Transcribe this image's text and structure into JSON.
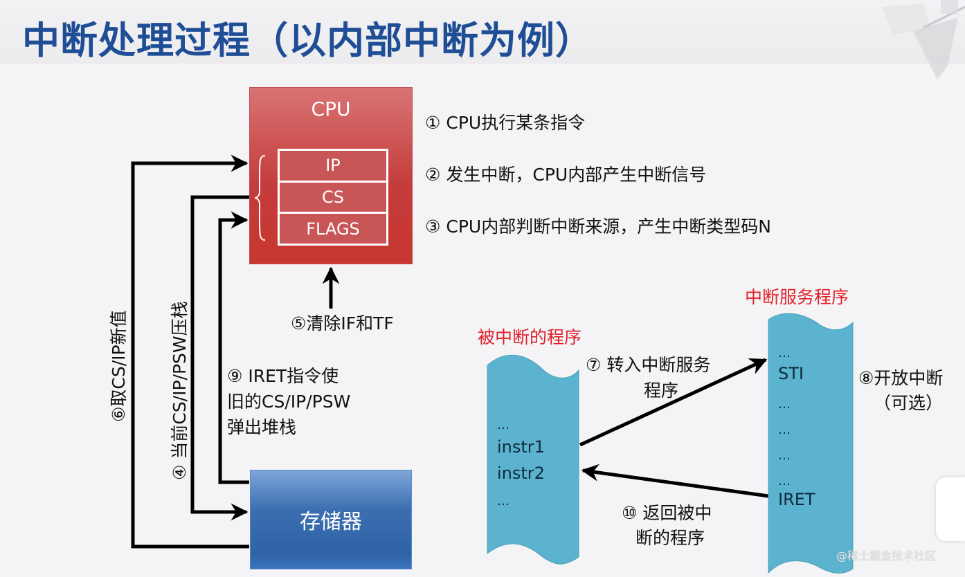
{
  "title": "中断处理过程（以内部中断为例）",
  "cpu": {
    "label": "CPU",
    "registers": [
      "IP",
      "CS",
      "FLAGS"
    ]
  },
  "memory": {
    "label": "存储器"
  },
  "steps": {
    "s1": "① CPU执行某条指令",
    "s2": "② 发生中断，CPU内部产生中断信号",
    "s3": "③ CPU内部判断中断来源，产生中断类型码N",
    "s4": "④ 当前CS/IP/PSW压栈",
    "s5": "⑤清除IF和TF",
    "s6": "⑥取CS/IP新值",
    "s7_line1": "⑦  转入中断服务",
    "s7_line2": "程序",
    "s8_line1": "⑧开放中断",
    "s8_line2": "（可选）",
    "s9_line1": "⑨ IRET指令使",
    "s9_line2": "旧的CS/IP/PSW",
    "s9_line3": "弹出堆栈",
    "s10_line1": "⑩  返回被中",
    "s10_line2": "断的程序"
  },
  "interrupted_program": {
    "title": "被中断的程序",
    "lines": [
      "…",
      "instr1",
      "instr2",
      "…"
    ]
  },
  "isr": {
    "title": "中断服务程序",
    "lines": [
      "…",
      "STI",
      "…",
      "…",
      "…",
      "…",
      "IRET"
    ]
  },
  "colors": {
    "title": "#1f4e96",
    "cpu": "#c43c3c",
    "memory": "#2e63a6",
    "program_scroll": "#5cb3cf",
    "red_label": "#e0202a"
  },
  "watermark": "@稀土掘金技术社区"
}
